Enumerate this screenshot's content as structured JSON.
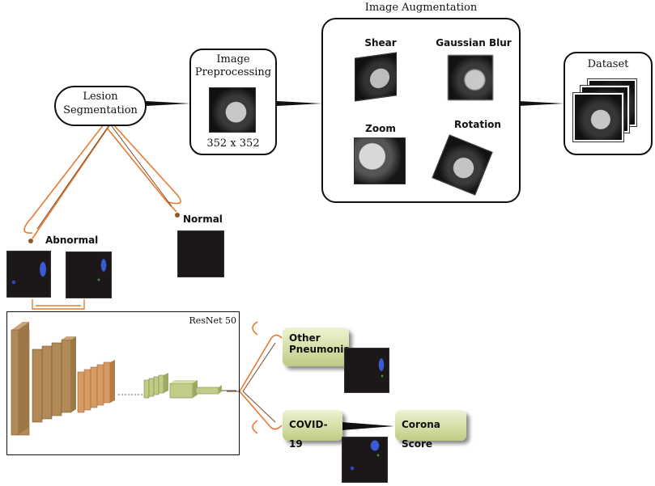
{
  "augmentation": {
    "title": "Image Augmentation",
    "items": [
      {
        "label": "Shear"
      },
      {
        "label": "Gaussian Blur"
      },
      {
        "label": "Zoom"
      },
      {
        "label": "Rotation"
      }
    ]
  },
  "dataset": {
    "title": "Dataset"
  },
  "preprocessing": {
    "title_line1": "Image",
    "title_line2": "Preprocessing",
    "size": "352 x 352"
  },
  "segmentation": {
    "title_line1": "Lesion",
    "title_line2": "Segmentation"
  },
  "branches": {
    "abnormal": "Abnormal",
    "normal": "Normal"
  },
  "network": {
    "title": "ResNet 50"
  },
  "outputs": {
    "other_line1": "Other",
    "other_line2": "Pneumonia",
    "covid": "COVID-19",
    "score": "Corona Score"
  },
  "colors": {
    "arrow": "#e8782e",
    "green_arrow": "#9fc05b",
    "block_brown": "#b18a58",
    "block_orange": "#d89a63",
    "block_green": "#c3cc86"
  }
}
